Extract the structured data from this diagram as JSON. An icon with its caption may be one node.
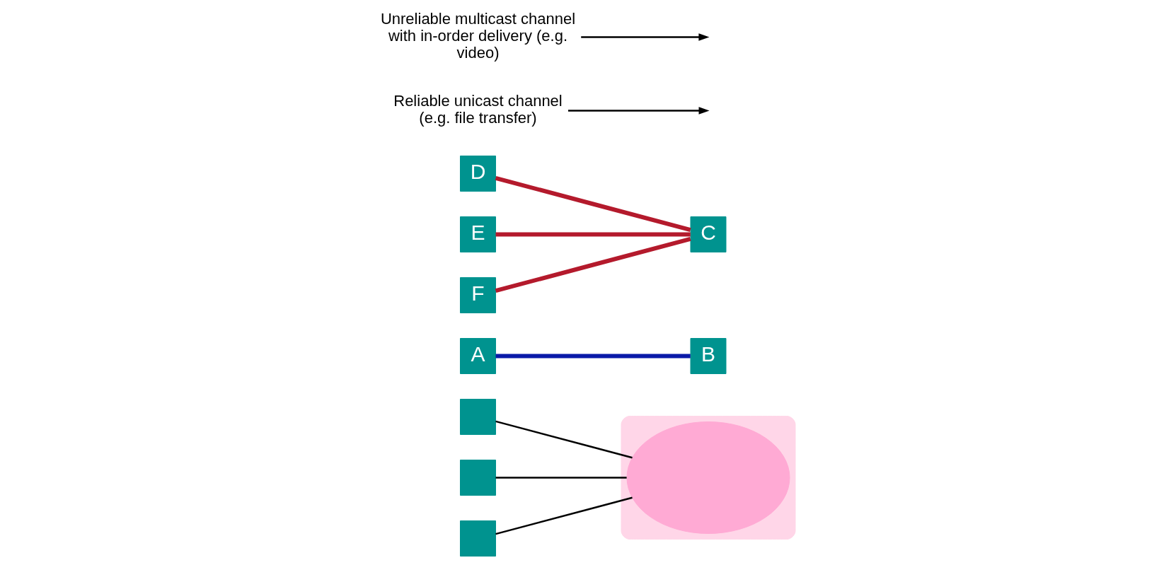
{
  "diagram": {
    "nodes": [
      {
        "text": [],
        "shape": "cloud"
      },
      {
        "text": [],
        "shape": "cloud",
        "in": 0
      },
      {
        "text": [
          "A"
        ]
      },
      {
        "text": [
          "B"
        ]
      },
      {
        "text": [
          "C"
        ]
      },
      {
        "text": [
          "D"
        ]
      },
      {
        "text": [
          "E"
        ]
      },
      {
        "text": [
          "F"
        ]
      },
      {
        "text": [],
        "shape": "box"
      },
      {
        "text": [],
        "shape": "box"
      },
      {
        "text": [],
        "shape": "box"
      },
      {
        "text": [
          "Reliable unicast channel (e.g. file transfer)"
        ]
      },
      {
        "text": [
          "Unreliable multicast channel with in-order delivery (e.g. video)"
        ]
      }
    ],
    "edges": [
      {
        "from": 2,
        "to": 3,
        "arrow": "none",
        "style": "thick",
        "color": "#0a1aa8"
      },
      {
        "from": 5,
        "to": 4,
        "arrow": "none",
        "style": "thick",
        "color": "#b41a2c"
      },
      {
        "from": 6,
        "to": 4,
        "arrow": "none",
        "style": "thick",
        "color": "#b41a2c"
      },
      {
        "from": 7,
        "to": 4,
        "arrow": "none",
        "style": "thick",
        "color": "#b41a2c"
      },
      {
        "from": 8,
        "to": 1,
        "arrow": "none"
      },
      {
        "from": 9,
        "to": 1,
        "arrow": "none"
      },
      {
        "from": 10,
        "to": 1,
        "arrow": "none"
      },
      {
        "from": 11,
        "to": null,
        "arrow": "to"
      },
      {
        "from": 12,
        "to": null,
        "arrow": "to"
      }
    ]
  }
}
